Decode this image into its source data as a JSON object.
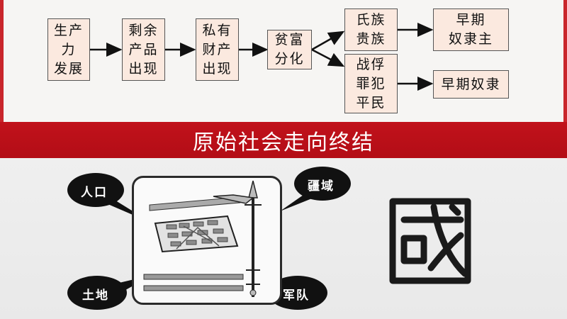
{
  "flow": {
    "productivity": "生产\n力\n发展",
    "surplus": "剩余\n产品\n出现",
    "private_property": "私有\n财产\n出现",
    "wealth_gap": "贫富\n分化",
    "nobles": "氏族\n贵族",
    "slave_owners": "早期\n奴隶主",
    "commoners": "战俘\n罪犯\n平民",
    "slaves": "早期奴隶"
  },
  "banner": {
    "title": "原始社会走向终结"
  },
  "state_elements": {
    "population": "人口",
    "territory": "疆域",
    "land": "土地",
    "army": "军队"
  },
  "icons": [
    "walled-city-illustration",
    "spear-icon",
    "ancient-guo-character-icon"
  ],
  "colors": {
    "banner": "#b8101a",
    "box_fill": "#fbe9df",
    "bubble": "#111111",
    "accent_edge": "#c9262b"
  }
}
